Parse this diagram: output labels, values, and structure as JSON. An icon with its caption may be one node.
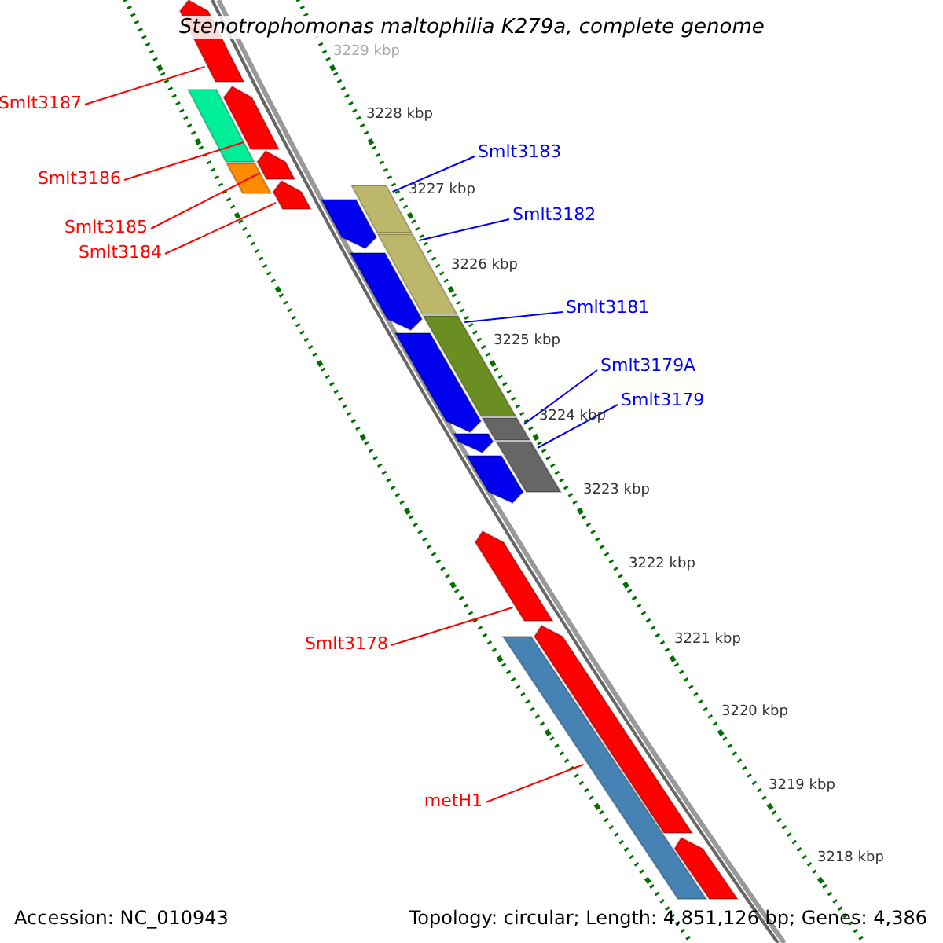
{
  "diagram": {
    "title": "Stenotrophomonas maltophilia K279a, complete genome",
    "nodes": [
      {
        "text": [
          "Smlt3187"
        ]
      },
      {
        "text": [
          "Smlt3183"
        ]
      },
      {
        "text": [
          "Smlt3186"
        ]
      },
      {
        "text": [
          "Smlt3182"
        ]
      },
      {
        "text": [
          "Smlt3185"
        ]
      },
      {
        "text": [
          "Smlt3184"
        ]
      },
      {
        "text": [
          "Smlt3181"
        ]
      },
      {
        "text": [
          "Smlt3179A"
        ]
      },
      {
        "text": [
          "Smlt3179"
        ]
      },
      {
        "text": [
          "Smlt3178"
        ]
      },
      {
        "text": [
          "metH1"
        ]
      },
      {
        "text": [],
        "shape": "bar"
      },
      {
        "text": [],
        "shape": "bar"
      },
      {
        "text": [],
        "shape": "bar"
      },
      {
        "text": [],
        "shape": "bar"
      },
      {
        "text": [],
        "shape": "bar"
      },
      {
        "text": [],
        "shape": "bar"
      },
      {
        "text": [],
        "shape": "bar"
      },
      {
        "text": [],
        "shape": "bar"
      },
      {
        "text": [],
        "shape": "bar"
      },
      {
        "text": [],
        "shape": "bar"
      },
      {
        "text": [],
        "shape": "bar"
      },
      {
        "text": [],
        "shape": "bar"
      },
      {
        "text": [],
        "shape": "bar"
      },
      {
        "text": [],
        "shape": "bar"
      },
      {
        "text": [],
        "shape": "bar"
      },
      {
        "text": [],
        "shape": "bar"
      },
      {
        "text": [],
        "shape": "bar"
      },
      {
        "text": [],
        "shape": "bar"
      },
      {
        "text": [],
        "shape": "bar"
      },
      {
        "text": [],
        "shape": "bar"
      }
    ],
    "edges": [
      {
        "from": 0,
        "to": 11,
        "arrow": "none"
      },
      {
        "from": 1,
        "to": 12,
        "arrow": "none",
        "color": "#0000ff"
      },
      {
        "from": 2,
        "to": 13,
        "arrow": "none"
      },
      {
        "from": 3,
        "to": 14,
        "arrow": "none",
        "color": "#0000ff"
      },
      {
        "from": 4,
        "to": 15,
        "arrow": "none"
      },
      {
        "from": 5,
        "to": 16,
        "arrow": "none"
      },
      {
        "from": 6,
        "to": 17,
        "arrow": "none",
        "color": "#0000ff"
      },
      {
        "from": 7,
        "to": 18,
        "arrow": "none",
        "color": "#0000ff"
      },
      {
        "from": 8,
        "to": 19,
        "arrow": "none",
        "color": "#0000ff"
      },
      {
        "from": 9,
        "to": 20,
        "arrow": "none"
      },
      {
        "from": 10,
        "to": 21,
        "arrow": "none"
      }
    ],
    "labels": [
      "3229 kbp",
      "3228 kbp",
      "3227 kbp",
      "3226 kbp",
      "3225 kbp",
      "3224 kbp",
      "3223 kbp",
      "3222 kbp",
      "3221 kbp",
      "3220 kbp",
      "3219 kbp",
      "3218 kbp",
      "Accession: NC_010943",
      "Topology: circular; Length: 4,851,126 bp; Genes: 4,386"
    ]
  }
}
